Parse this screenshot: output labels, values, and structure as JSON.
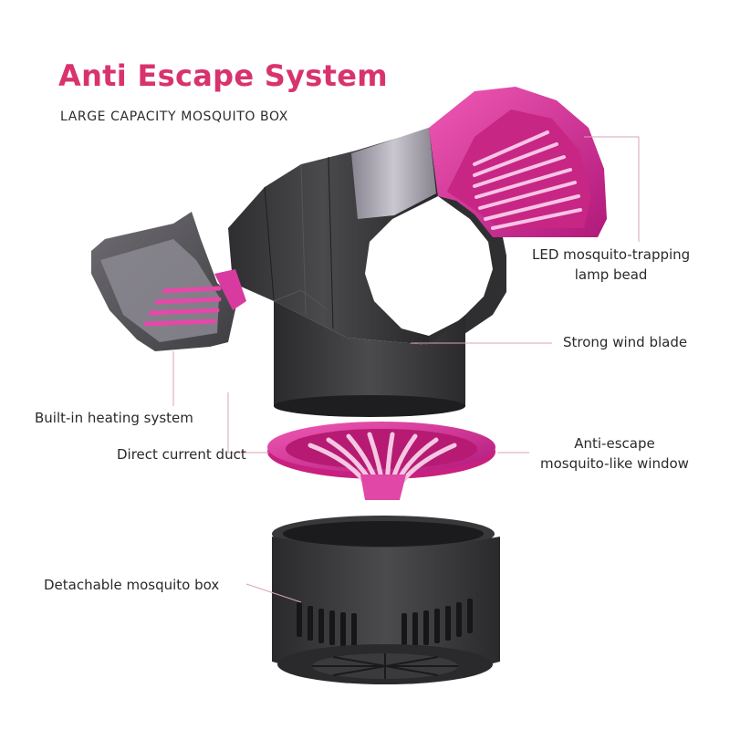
{
  "header": {
    "title": "Anti Escape System",
    "subtitle": "LARGE CAPACITY MOSQUITO BOX"
  },
  "callouts": {
    "led_line1": "LED mosquito-trapping",
    "led_line2": "lamp bead",
    "wind_blade": "Strong wind blade",
    "heating": "Built-in heating system",
    "duct": "Direct current duct",
    "window_line1": "Anti-escape",
    "window_line2": "mosquito-like window",
    "box": "Detachable mosquito box"
  },
  "colors": {
    "accent": "#d8336e",
    "leader": "#d9a3b8",
    "housing": "#3b3b3d",
    "magenta": "#e0339a"
  }
}
